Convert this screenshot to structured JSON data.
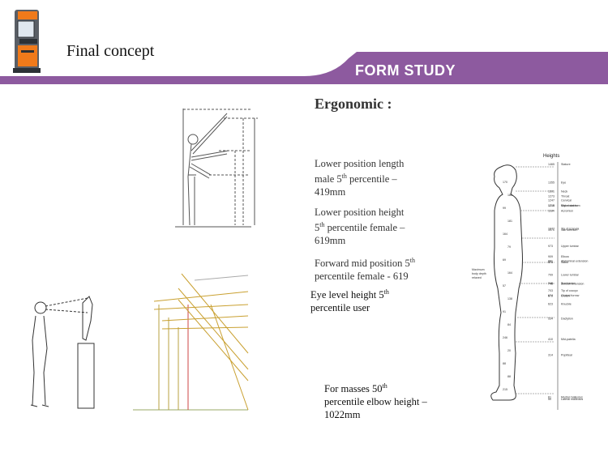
{
  "header": {
    "title": "Final concept",
    "banner": "FORM STUDY",
    "banner_color": "#8d5a9f"
  },
  "main": {
    "heading": "Ergonomic :",
    "notes": [
      {
        "pre": "Lower position length male  5",
        "sup": "th",
        "post": " percentile – 419mm"
      },
      {
        "pre": "Lower position height 5",
        "sup": "th",
        "post": " percentile female – 619mm"
      },
      {
        "pre": "Forward mid position 5",
        "sup": "th",
        "post": " percentile female - 619"
      },
      {
        "pre": "Eye level height 5",
        "sup": "th",
        "post": " percentile user"
      },
      {
        "pre": "For masses 50",
        "sup": "th",
        "post": " percentile elbow height – 1022mm"
      }
    ]
  },
  "body_chart": {
    "title": "Heights",
    "side_note": [
      "Maximum",
      "body depth",
      "relaxed"
    ],
    "labels": [
      {
        "value": "1465",
        "name": "Stature"
      },
      {
        "value": "1355",
        "name": "Eye"
      },
      {
        "value": "1301",
        "name": "Neck"
      },
      {
        "value": "1273",
        "name": "Throat"
      },
      {
        "value": "1247",
        "name": "Cervical"
      },
      {
        "value": "1216",
        "name": "Mid-shoulder"
      },
      {
        "value": "1215",
        "name": "Supra sternum"
      },
      {
        "value": "1184",
        "name": "Acromion"
      },
      {
        "value": "1077",
        "name": "Tip of scapula"
      },
      {
        "value": "1070",
        "name": "Sub sternum"
      },
      {
        "value": "973",
        "name": "Upper lumbar"
      },
      {
        "value": "909",
        "name": "Elbow"
      },
      {
        "value": "881",
        "name": "Abdominal extension"
      },
      {
        "value": "875",
        "name": "Waist"
      },
      {
        "value": "799",
        "name": "Lower lumbar"
      },
      {
        "value": "748",
        "name": "Trochanter"
      },
      {
        "value": "745",
        "name": "Buttock extension"
      },
      {
        "value": "703",
        "name": "Tip of coccyx"
      },
      {
        "value": "672",
        "name": "Crotch"
      },
      {
        "value": "674",
        "name": "Gluteal furrow"
      },
      {
        "value": "623",
        "name": "Knuckle"
      },
      {
        "value": "534",
        "name": "Dactylion"
      },
      {
        "value": "410",
        "name": "Mid-patella"
      },
      {
        "value": "314",
        "name": "Popliteal"
      },
      {
        "value": "61",
        "name": "Medial malleolus"
      },
      {
        "value": "50",
        "name": "Lateral malleolus"
      }
    ],
    "widths": [
      "170",
      "183",
      "99",
      "181",
      "164",
      "79",
      "69",
      "164",
      "57",
      "138",
      "91",
      "84",
      "246",
      "20",
      "88",
      "88",
      "215"
    ]
  }
}
